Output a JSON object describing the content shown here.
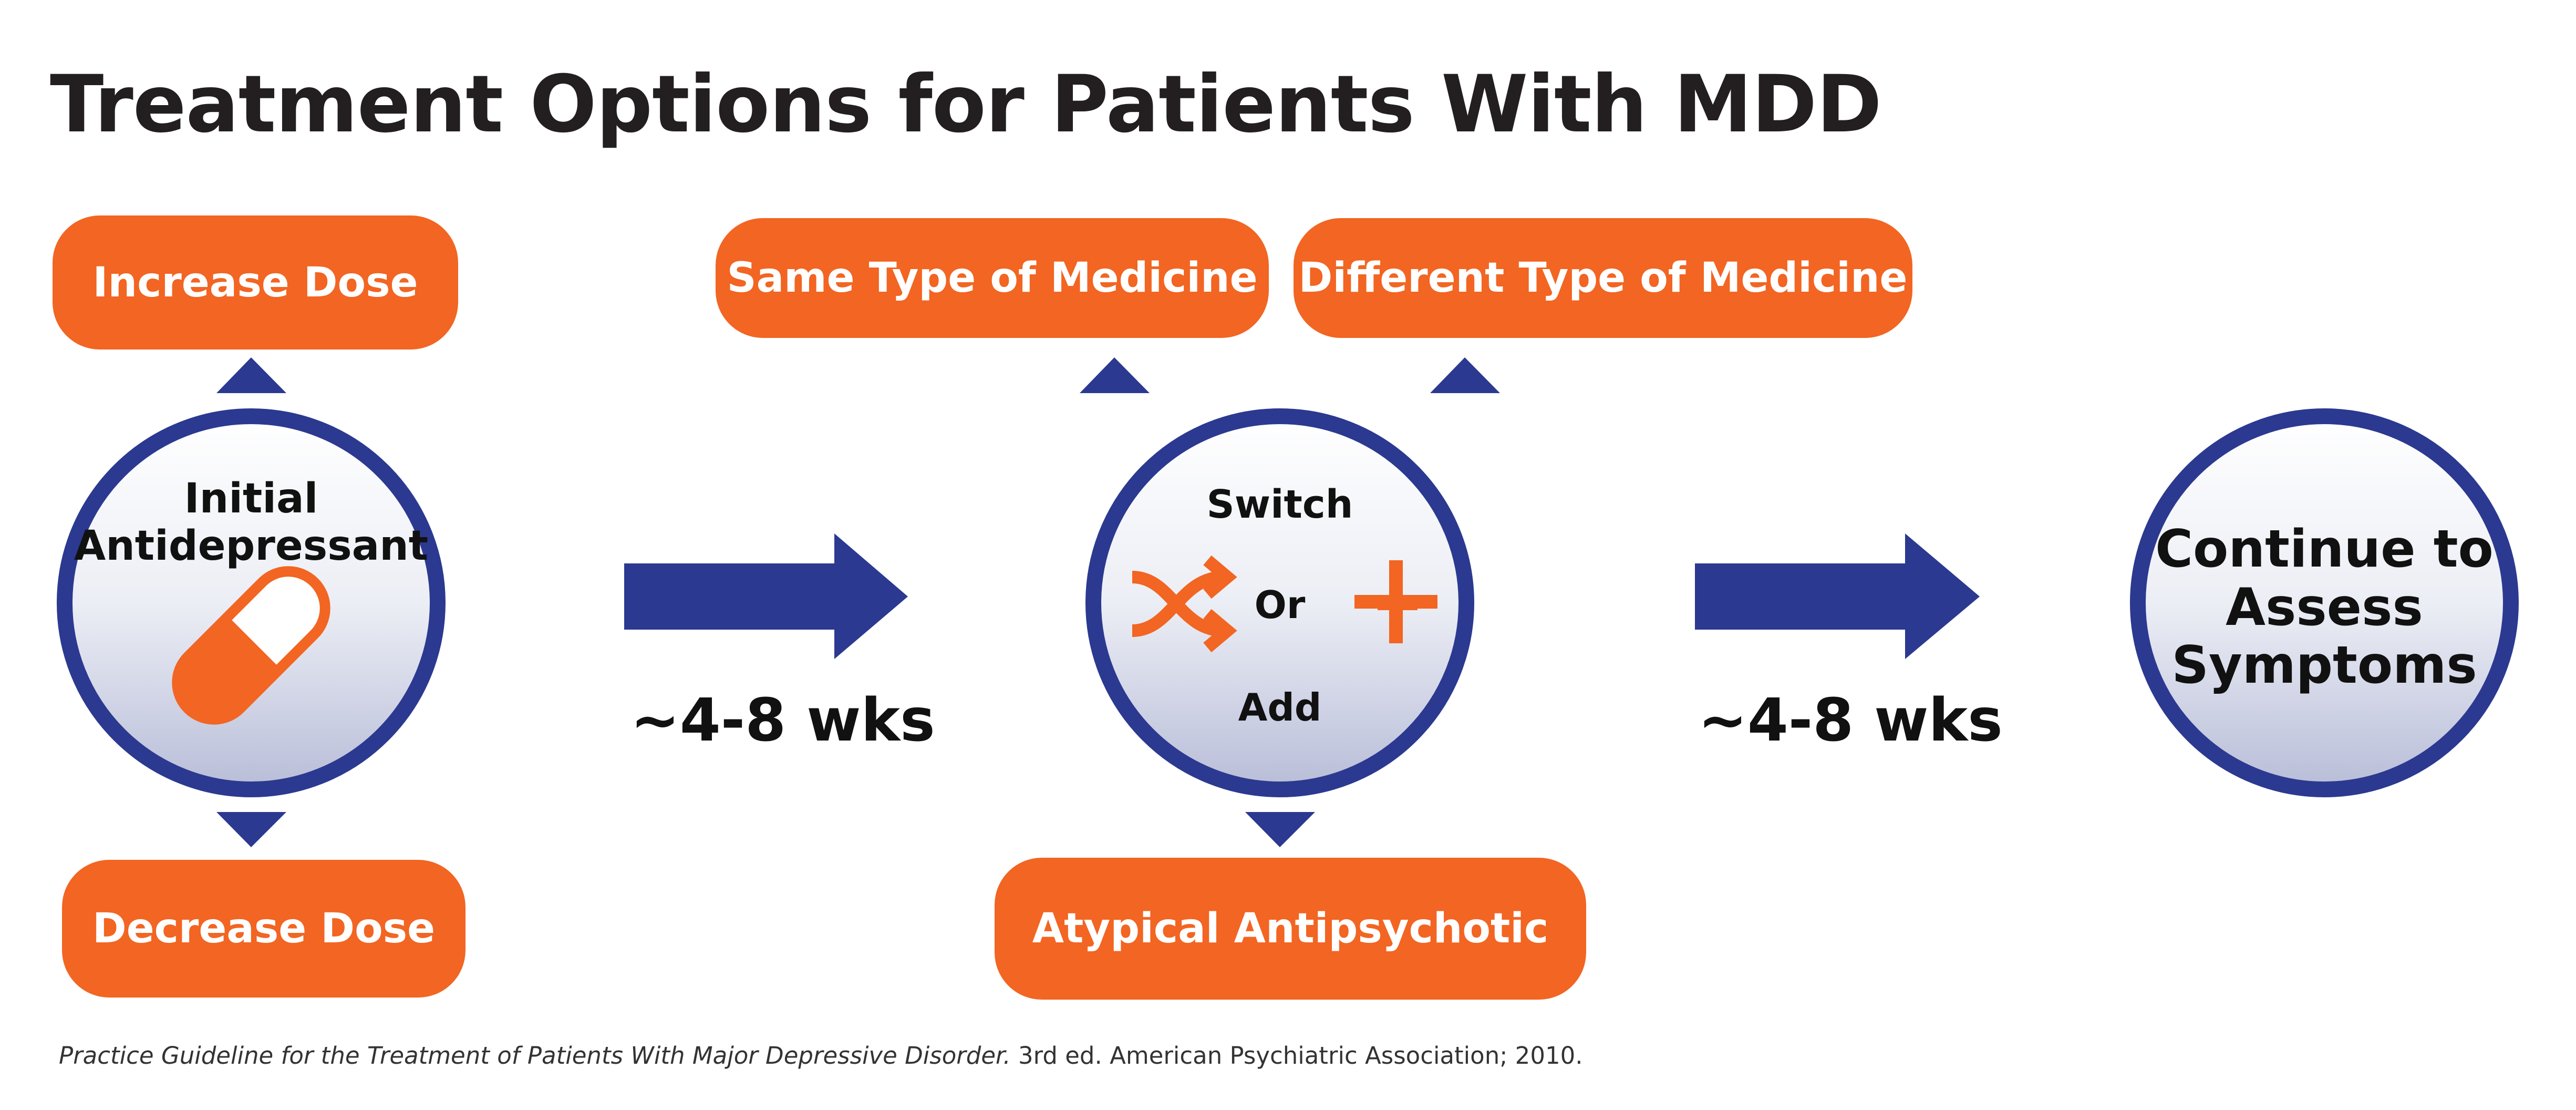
{
  "title": "Treatment Options for Patients With MDD",
  "colors": {
    "orange": "#f26522",
    "navy": "#2b3990",
    "text": "#111111"
  },
  "step1": {
    "circle_lines": [
      "Initial",
      "Antidepressant"
    ],
    "icon": "capsule-icon",
    "up_option": "Increase Dose",
    "down_option": "Decrease Dose"
  },
  "arrow1": {
    "label": "~4-8 wks"
  },
  "step2": {
    "top_word": "Switch",
    "middle_word": "Or",
    "bottom_word": "Add",
    "switch_icon": "shuffle-icon",
    "add_icon": "plus-icon",
    "options_top": [
      "Same Type of Medicine",
      "Different Type of Medicine"
    ],
    "option_bottom": "Atypical Antipsychotic"
  },
  "arrow2": {
    "label": "~4-8 wks"
  },
  "step3": {
    "circle_lines": [
      "Continue to",
      "Assess",
      "Symptoms"
    ]
  },
  "citation": {
    "italic": "Practice Guideline for the Treatment of Patients With Major Depressive Disorder.",
    "plain": " 3rd ed. American Psychiatric Association; 2010."
  }
}
